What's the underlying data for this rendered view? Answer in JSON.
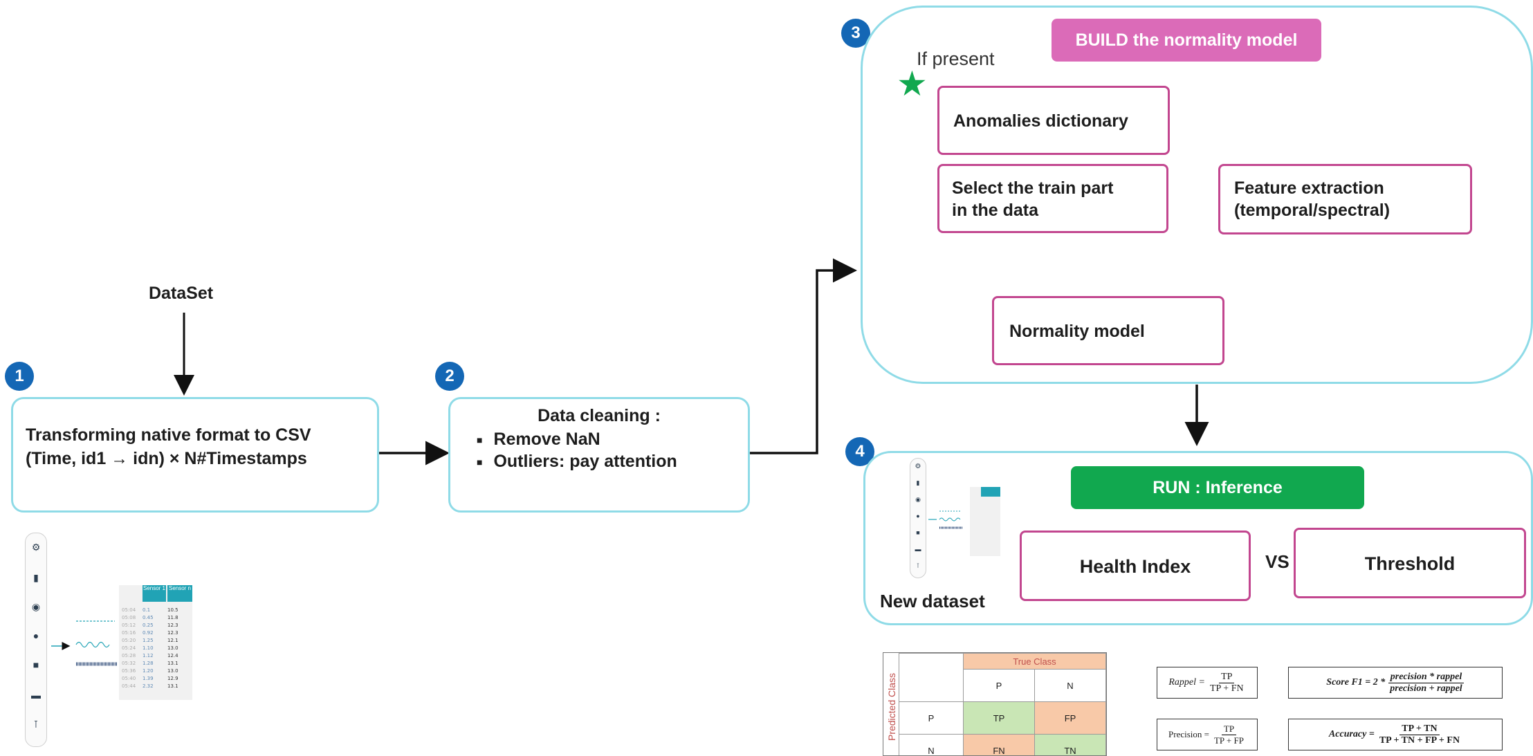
{
  "dataset_label": "DataSet",
  "badges": [
    "1",
    "2",
    "3",
    "4"
  ],
  "step1": {
    "line1": "Transforming native format to CSV",
    "line2": "(Time, id1 → idn) × N#Timestamps"
  },
  "step2": {
    "title": "Data cleaning :",
    "bullets": [
      "Remove NaN",
      "Outliers: pay attention"
    ]
  },
  "step3": {
    "build_label": "BUILD the normality model",
    "if_present": "If present",
    "anomalies": "Anomalies dictionary",
    "select_line1": "Select the train part",
    "select_line2": "in the data",
    "feature_line1": "Feature extraction",
    "feature_line2": "(temporal/spectral)",
    "normality_model": "Normality model"
  },
  "step4": {
    "run_label": "RUN : Inference",
    "health_index": "Health Index",
    "vs": "VS",
    "threshold": "Threshold",
    "new_dataset": "New dataset"
  },
  "mini_table": {
    "headers": [
      "Sensor 1",
      "Sensor n"
    ],
    "times": [
      "05:04",
      "05:08",
      "05:12",
      "05:16",
      "05:20",
      "05:24",
      "05:28",
      "05:32",
      "05:36",
      "05:40",
      "05:44"
    ],
    "col1": [
      "0.1",
      "0.45",
      "0.25",
      "0.92",
      "1.25",
      "1.10",
      "1.12",
      "1.28",
      "1.20",
      "1.39",
      "2.32"
    ],
    "col2": [
      "10.5",
      "11.8",
      "12.3",
      "12.3",
      "12.1",
      "13.0",
      "12.4",
      "13.1",
      "13.0",
      "12.9",
      "13.1"
    ]
  },
  "confusion_matrix": {
    "true_class": "True Class",
    "predicted_class": "Predicted Class",
    "col_headers": [
      "P",
      "N"
    ],
    "rows": [
      {
        "label": "P",
        "cells": [
          "TP",
          "FP"
        ]
      },
      {
        "label": "N",
        "cells": [
          "FN",
          "TN"
        ]
      }
    ],
    "colors": {
      "tp": "#c9e6b5",
      "fp": "#f8c9a8",
      "fn": "#f8c9a8",
      "tn": "#c9e6b5",
      "header": "#f8c9a8"
    }
  },
  "formulas": {
    "rappel": {
      "lhs": "Rappel =",
      "num": "TP",
      "den": "TP + FN"
    },
    "precision": {
      "lhs": "Precision =",
      "num": "TP",
      "den": "TP + FP"
    },
    "f1": {
      "lhs": "Score F1 = 2 *",
      "num": "precision * rappel",
      "den": "precision + rappel"
    },
    "accuracy": {
      "lhs": "Accuracy =",
      "num": "TP + TN",
      "den": "TP + TN + FP + FN"
    }
  },
  "colors": {
    "badge": "#1467b5",
    "cyan_border": "#8fdbe7",
    "pink_border": "#c2468f",
    "build_fill": "#db6bb8",
    "run_fill": "#11a84f",
    "star": "#11a84f",
    "connector": "#9b2e7c"
  }
}
